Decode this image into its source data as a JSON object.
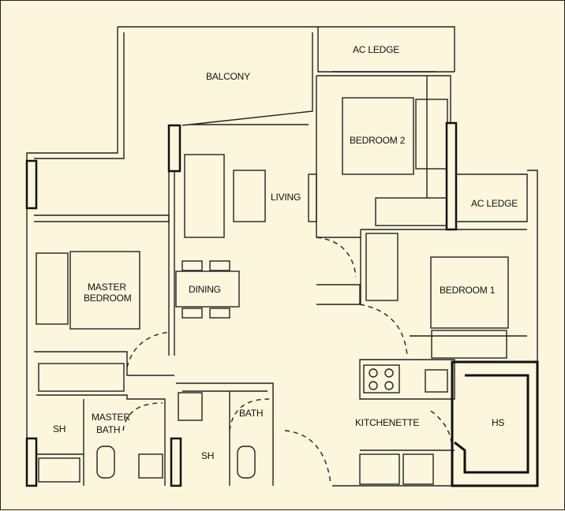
{
  "rooms": {
    "balcony": "BALCONY",
    "ac_ledge_top": "AC LEDGE",
    "bedroom2": "BEDROOM 2",
    "living": "LIVING",
    "ac_ledge_right": "AC LEDGE",
    "master_bedroom_line1": "MASTER",
    "master_bedroom_line2": "BEDROOM",
    "dining": "DINING",
    "bedroom1": "BEDROOM 1",
    "sh_left": "SH",
    "master_bath_line1": "MASTER",
    "master_bath_line2": "BATH",
    "bath": "BATH",
    "sh_right": "SH",
    "kitchenette": "KITCHENETTE",
    "hs": "HS"
  }
}
